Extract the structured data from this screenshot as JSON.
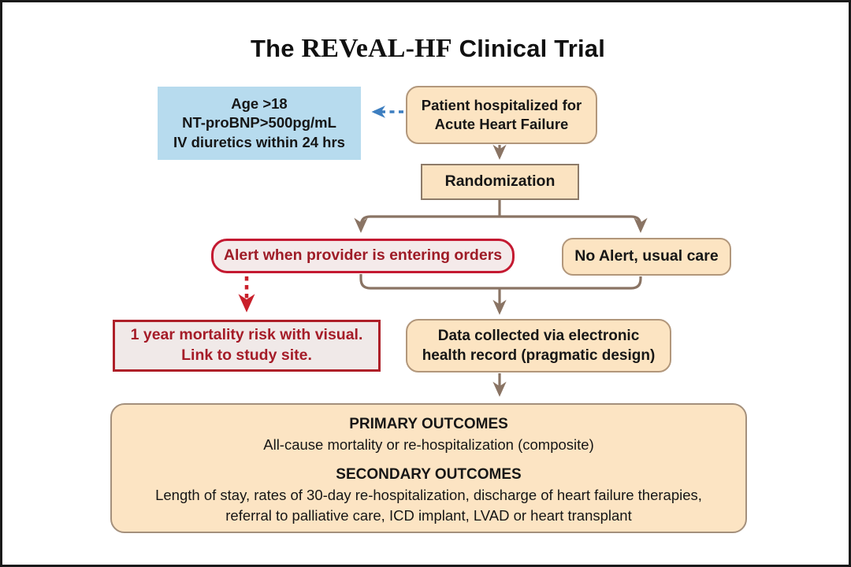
{
  "title": {
    "prefix": "The ",
    "acronym": "REVeAL-HF",
    "suffix": " Clinical Trial"
  },
  "eligibility_box": {
    "lines": [
      "Age >18",
      "NT-proBNP>500pg/mL",
      "IV diuretics within 24 hrs"
    ]
  },
  "patient_box": {
    "lines": [
      "Patient hospitalized for",
      "Acute Heart Failure"
    ]
  },
  "randomization_box": {
    "label": "Randomization"
  },
  "alert_box": {
    "label": "Alert when provider is entering orders"
  },
  "no_alert_box": {
    "label": "No Alert, usual care"
  },
  "mortality_box": {
    "lines": [
      "1 year mortality risk with visual.",
      "Link to study site."
    ]
  },
  "data_box": {
    "lines": [
      "Data collected via electronic",
      "health record (pragmatic design)"
    ]
  },
  "outcomes_box": {
    "primary_heading": "PRIMARY OUTCOMES",
    "primary_text": "All-cause mortality or re-hospitalization (composite)",
    "secondary_heading": "SECONDARY OUTCOMES",
    "secondary_line1": "Length of stay, rates of 30-day re-hospitalization, discharge of heart failure therapies,",
    "secondary_line2": "referral to palliative care, ICD implant, LVAD or heart transplant"
  },
  "colors": {
    "tan_fill": "#fce4c2",
    "tan_border": "#b2977b",
    "brown_connector": "#8a7464",
    "blue_box_fill": "#b7dbee",
    "blue_arrow": "#3d7ec0",
    "alert_border_red": "#c41931",
    "dark_red_text": "#9e1b26",
    "red_arrow": "#c9202b"
  }
}
